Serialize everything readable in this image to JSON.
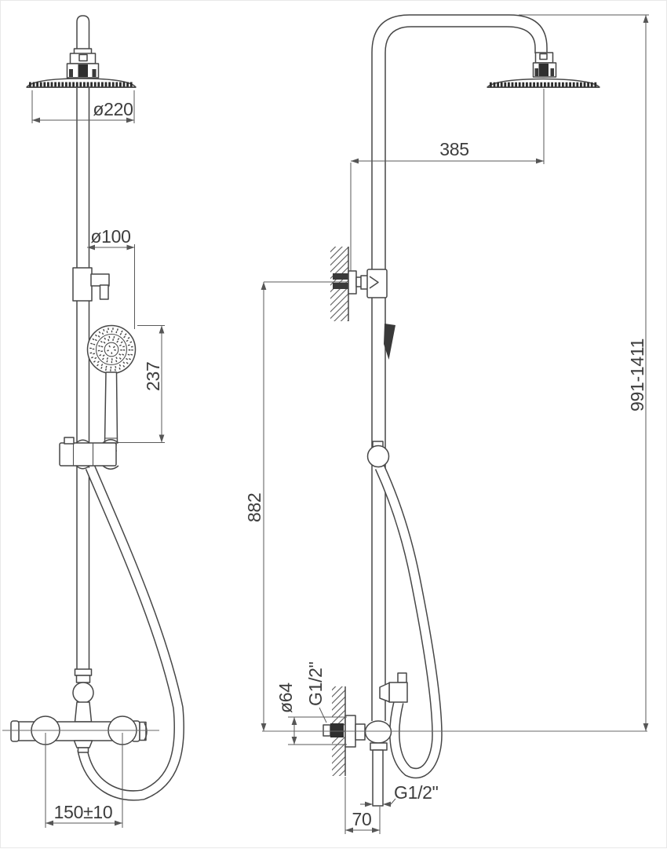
{
  "drawing": {
    "dimensions": {
      "head_diameter": "ø220",
      "hand_diameter": "ø100",
      "hand_length": "237",
      "arm_reach": "385",
      "height_range": "991-1411",
      "bracket_height": "882",
      "flange_diameter": "ø64",
      "inlet_thread": "G1/2\"",
      "outlet_thread": "G1/2\"",
      "outlet_offset": "70",
      "inlet_spacing": "150±10"
    },
    "colors": {
      "object_line": "#474747",
      "dimension_line": "#5a5a5a",
      "text": "#3d3d3d",
      "dark_fill": "#2f2f2f",
      "background": "#ffffff"
    }
  }
}
